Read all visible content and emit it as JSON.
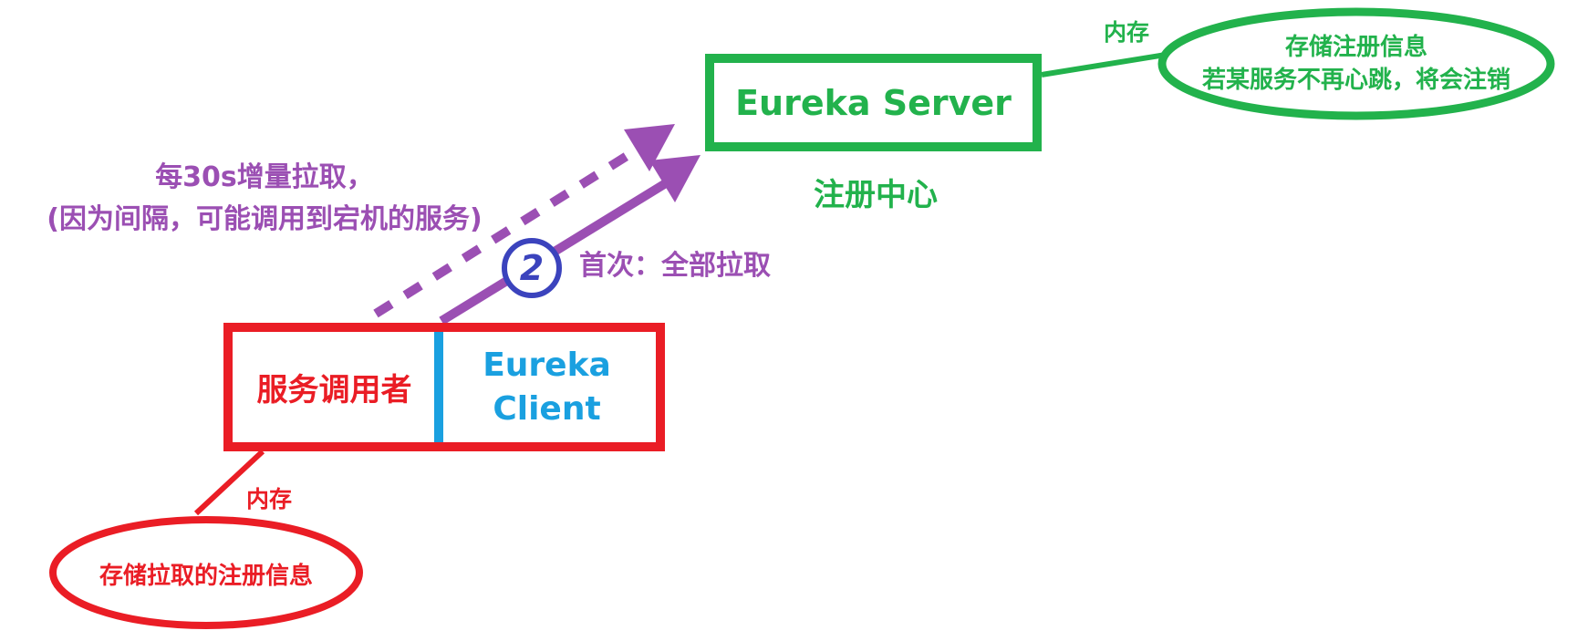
{
  "server": {
    "title": "Eureka Server",
    "subtitle": "注册中心",
    "memory_label": "内存",
    "storage_line1": "存储注册信息",
    "storage_line2": "若某服务不再心跳，将会注销"
  },
  "client": {
    "caller_label": "服务调用者",
    "client_line1": "Eureka",
    "client_line2": "Client",
    "memory_label": "内存",
    "storage_text": "存储拉取的注册信息"
  },
  "arrows": {
    "incremental_line1": "每30s增量拉取，",
    "incremental_line2": "(因为间隔，可能调用到宕机的服务)",
    "step_number": "2",
    "first_fetch": "首次：全部拉取"
  },
  "colors": {
    "server": "#22b24c",
    "client": "#ea1d25",
    "eureka_client_text": "#1aa0e0",
    "arrow": "#9b4fb3",
    "step_badge": "#3b43bd"
  }
}
